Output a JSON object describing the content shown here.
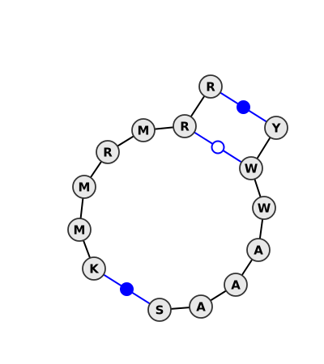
{
  "diagram": {
    "residues": [
      {
        "id": "K",
        "label": "K"
      },
      {
        "id": "M1",
        "label": "M"
      },
      {
        "id": "M2",
        "label": "M"
      },
      {
        "id": "R1",
        "label": "R"
      },
      {
        "id": "M3",
        "label": "M"
      },
      {
        "id": "R2",
        "label": "R"
      },
      {
        "id": "R3",
        "label": "R"
      },
      {
        "id": "Y",
        "label": "Y"
      },
      {
        "id": "W1",
        "label": "W"
      },
      {
        "id": "W2",
        "label": "W"
      },
      {
        "id": "A1",
        "label": "A"
      },
      {
        "id": "A2",
        "label": "A"
      },
      {
        "id": "A3",
        "label": "A"
      },
      {
        "id": "S",
        "label": "S"
      }
    ],
    "backbone_links": [
      [
        "K",
        "M1"
      ],
      [
        "M1",
        "M2"
      ],
      [
        "M2",
        "R1"
      ],
      [
        "R1",
        "M3"
      ],
      [
        "M3",
        "R2"
      ],
      [
        "R2",
        "R3"
      ],
      [
        "Y",
        "W1"
      ],
      [
        "W1",
        "W2"
      ],
      [
        "W2",
        "A1"
      ],
      [
        "A1",
        "A2"
      ],
      [
        "A2",
        "A3"
      ],
      [
        "A3",
        "S"
      ]
    ],
    "special_links": [
      {
        "from": "K",
        "to": "S",
        "marker": "filled",
        "color": "#0000ff"
      },
      {
        "from": "R3",
        "to": "Y",
        "marker": "filled",
        "color": "#0000ff"
      },
      {
        "from": "R2",
        "to": "W1",
        "marker": "open",
        "color": "#0000ff"
      }
    ],
    "node_fill": "#e8e8e8",
    "node_stroke": "#333333",
    "edge_color": "#000000"
  }
}
